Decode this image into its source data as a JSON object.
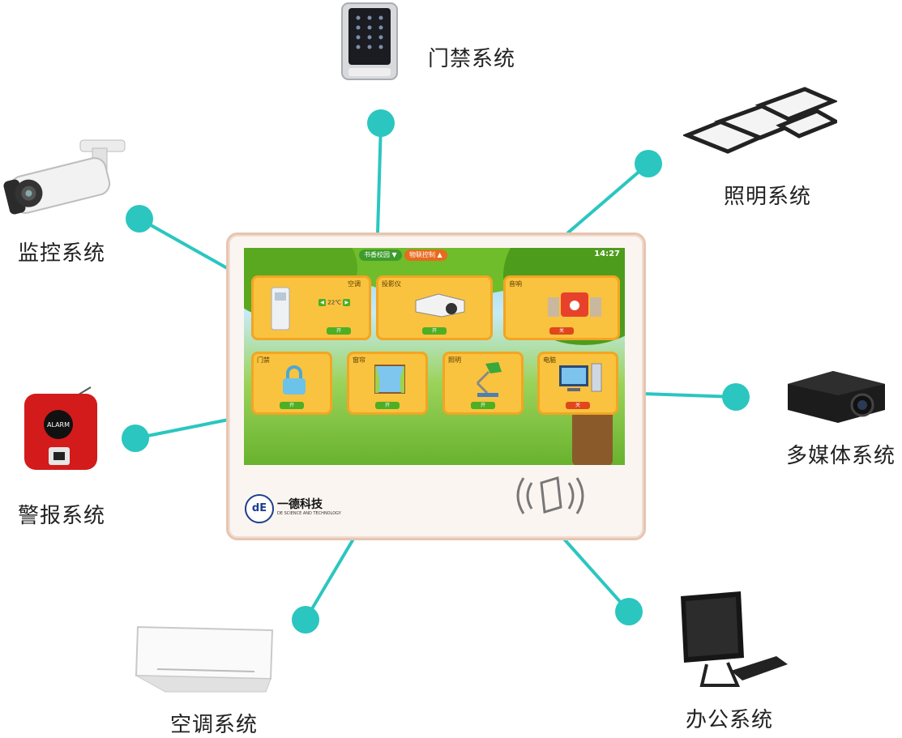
{
  "systems": {
    "access": "门禁系统",
    "lighting": "照明系统",
    "monitor": "监控系统",
    "multimedia": "多媒体系统",
    "alarm": "警报系统",
    "aircon": "空调系统",
    "office": "办公系统"
  },
  "colors": {
    "accent": "#2bc6c0",
    "card": "#f9c33f",
    "btn_on": "#4caf24",
    "btn_off": "#e0471c"
  },
  "screen": {
    "tab_campus": "书香校园",
    "tab_linkage": "物联控制",
    "clock": "14:27",
    "cards": [
      {
        "label": "空调",
        "temp": "22℃",
        "button": "开"
      },
      {
        "label": "投影仪",
        "button": "开"
      },
      {
        "label": "音响",
        "button": "关"
      },
      {
        "label": "门禁",
        "button": "开"
      },
      {
        "label": "窗帘",
        "button": "开"
      },
      {
        "label": "照明",
        "button": "开"
      },
      {
        "label": "电脑",
        "button": "关"
      }
    ]
  },
  "brand": {
    "mark": "dE",
    "name": "一德科技",
    "sub": "DE SCIENCE AND TECHNOLOGY"
  }
}
